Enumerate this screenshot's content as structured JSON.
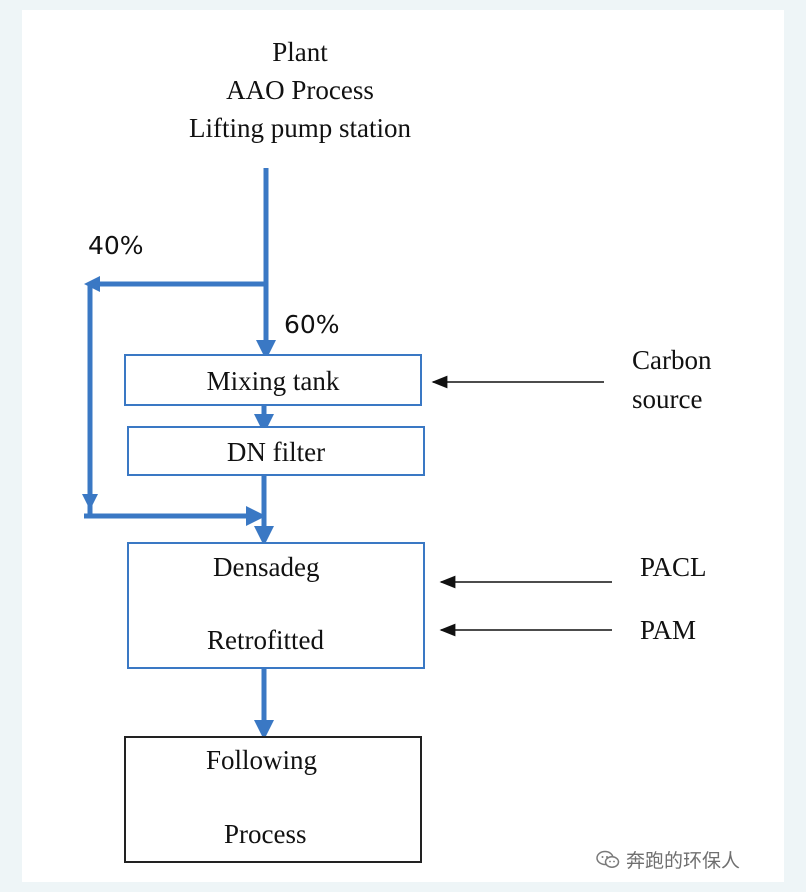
{
  "header": {
    "line1": "Plant",
    "line2": "AAO Process",
    "line3": "Lifting pump station"
  },
  "split": {
    "left_pct": "40%",
    "down_pct": "60%"
  },
  "boxes": {
    "mixing": "Mixing tank",
    "dn_filter": "DN filter",
    "densadeg_1": "Densadeg",
    "densadeg_2": "Retrofitted",
    "following_1": "Following",
    "following_2": "Process"
  },
  "inputs": {
    "carbon_1": "Carbon",
    "carbon_2": "source",
    "pacl": "PACL",
    "pam": "PAM"
  },
  "colors": {
    "flow": "#3a78c4",
    "arrow": "#111111"
  },
  "watermark": {
    "icon": "wechat-icon",
    "text": "奔跑的环保人"
  }
}
